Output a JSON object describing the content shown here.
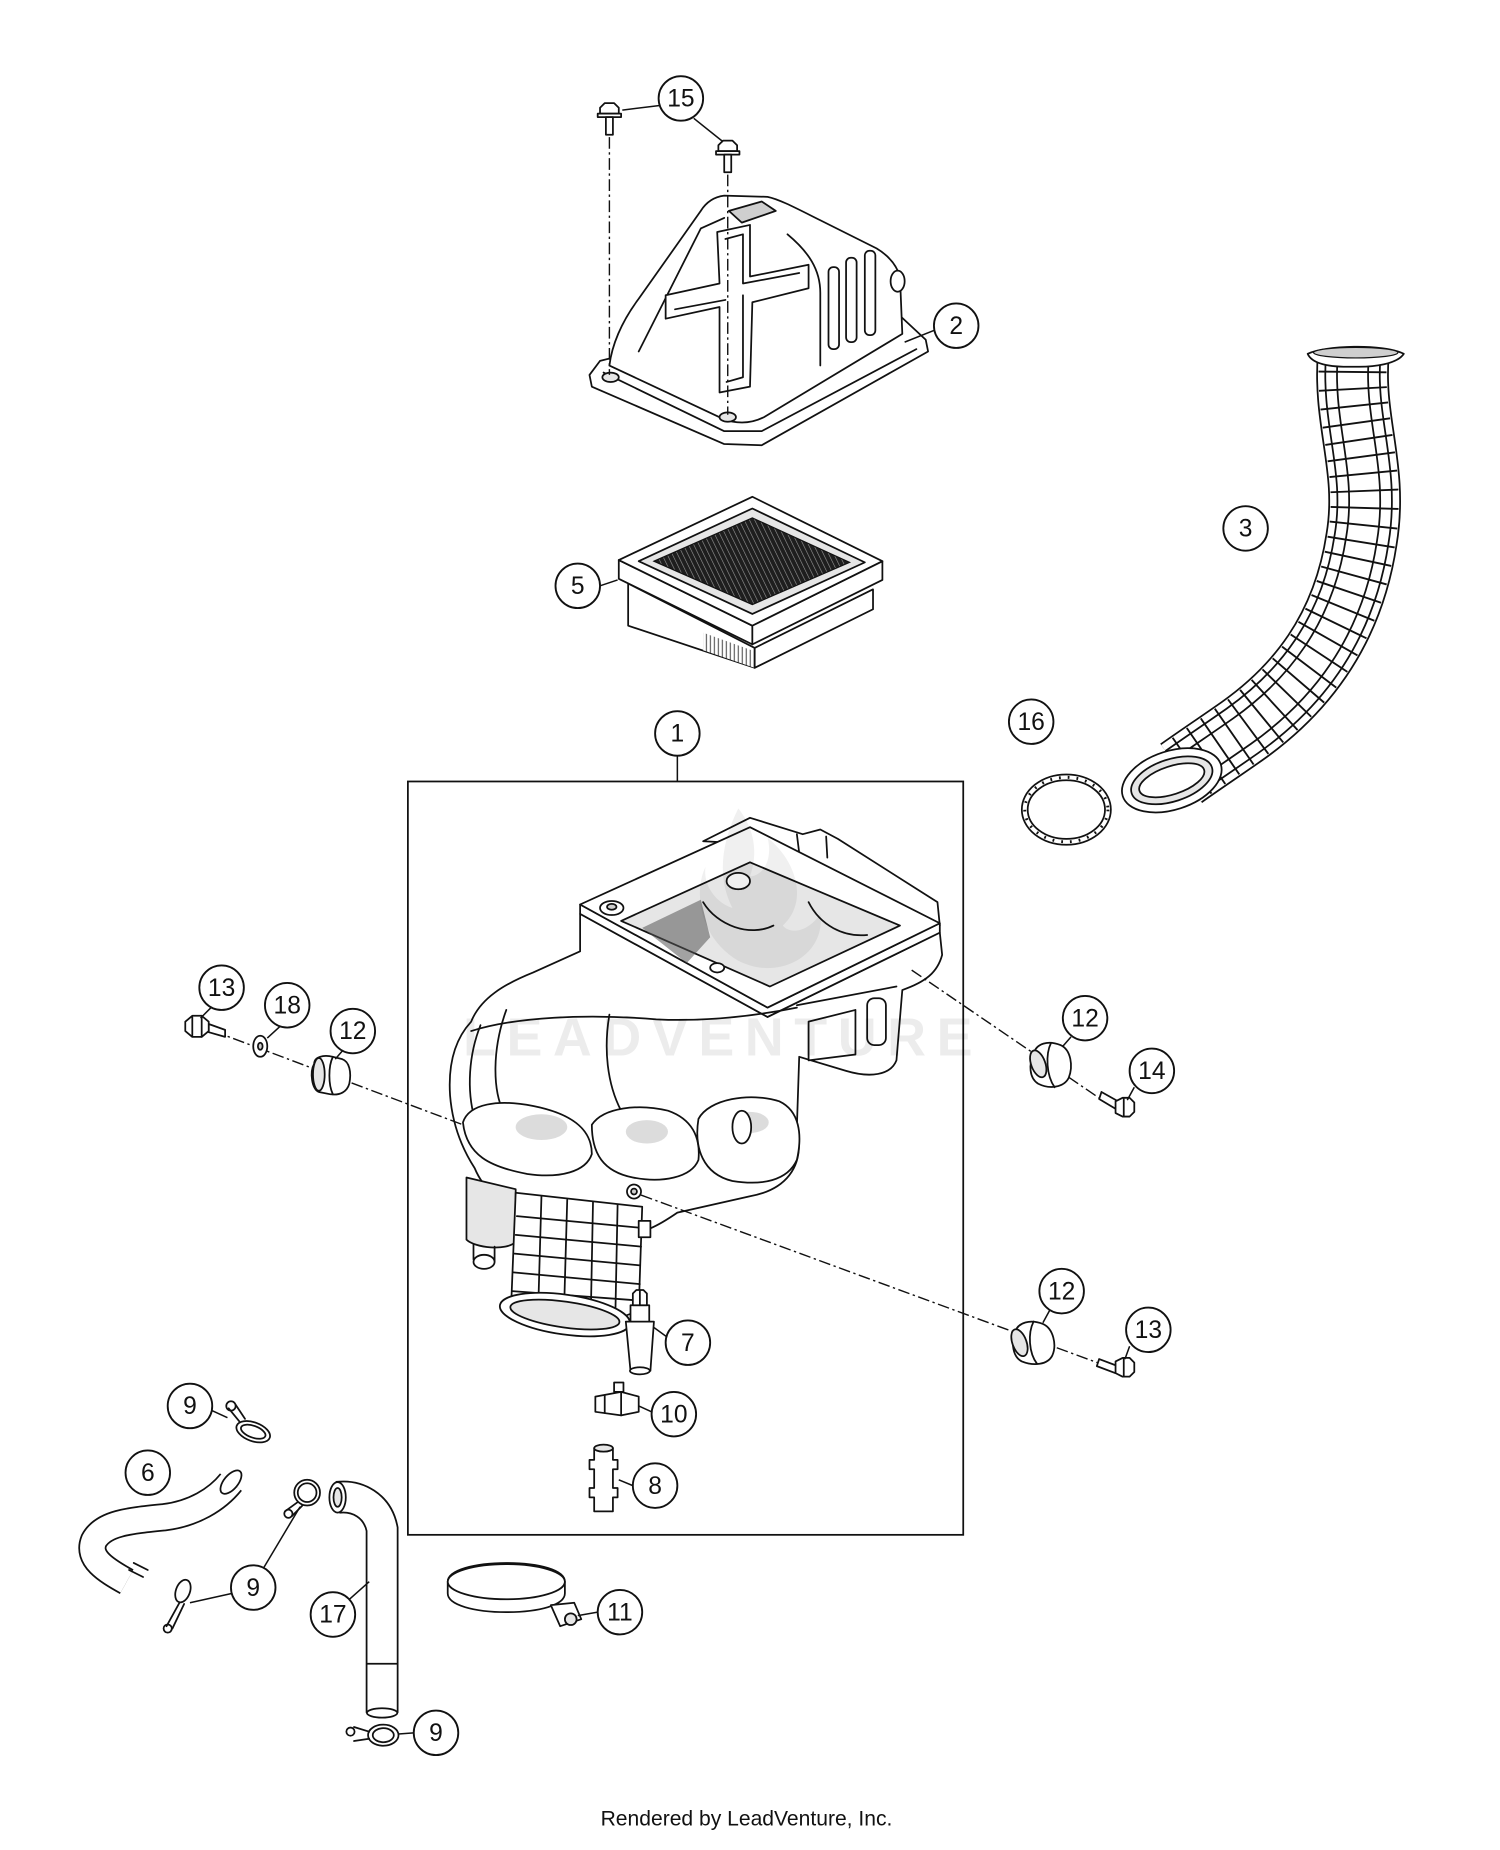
{
  "diagram": {
    "watermark": "LEADVENTURE"
  },
  "callouts": [
    "15",
    "2",
    "3",
    "5",
    "1",
    "16",
    "13",
    "18",
    "12",
    "12",
    "14",
    "12",
    "13",
    "7",
    "10",
    "8",
    "9",
    "6",
    "9",
    "17",
    "11",
    "9"
  ],
  "footer": {
    "credit": "Rendered by LeadVenture, Inc."
  }
}
